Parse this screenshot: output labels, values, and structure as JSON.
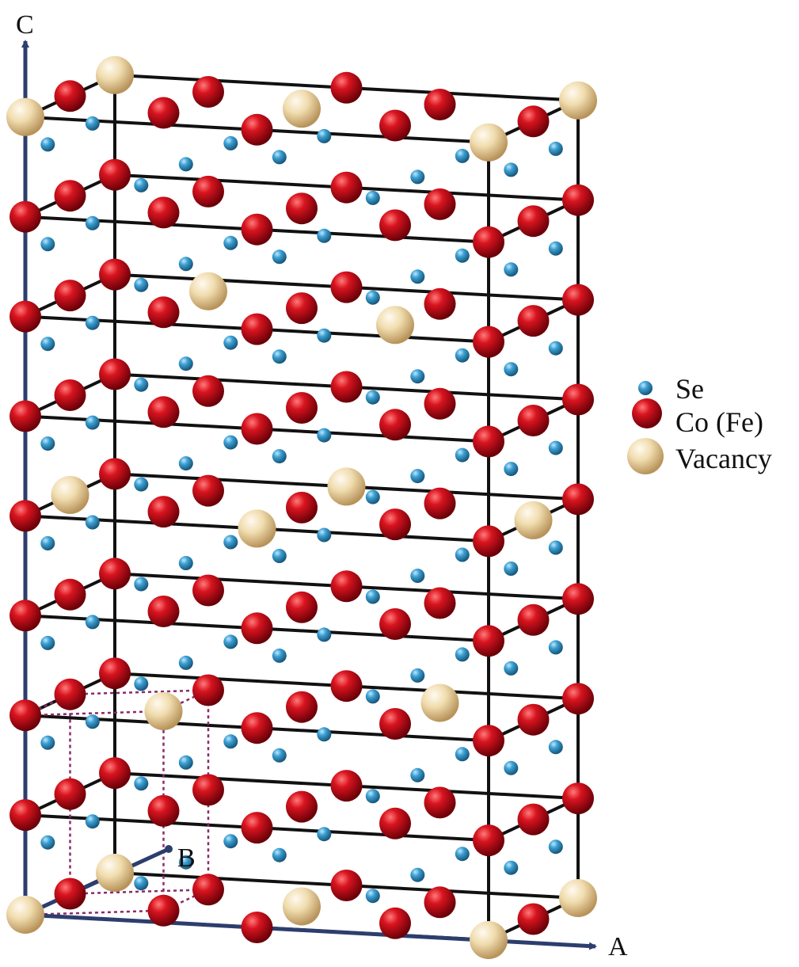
{
  "axes": {
    "c_label": "C",
    "a_label": "A",
    "b_label": "B"
  },
  "legend": {
    "items": [
      {
        "label": "Se",
        "species": "se"
      },
      {
        "label": "Co (Fe)",
        "species": "co"
      },
      {
        "label": "Vacancy",
        "species": "vac"
      }
    ]
  },
  "colors": {
    "se": "#3b9fd2",
    "co": "#c4101c",
    "vac": "#f0dcae",
    "axis": "#2c3e6e",
    "cell": "#8a2a6a",
    "bond": "#111111"
  }
}
